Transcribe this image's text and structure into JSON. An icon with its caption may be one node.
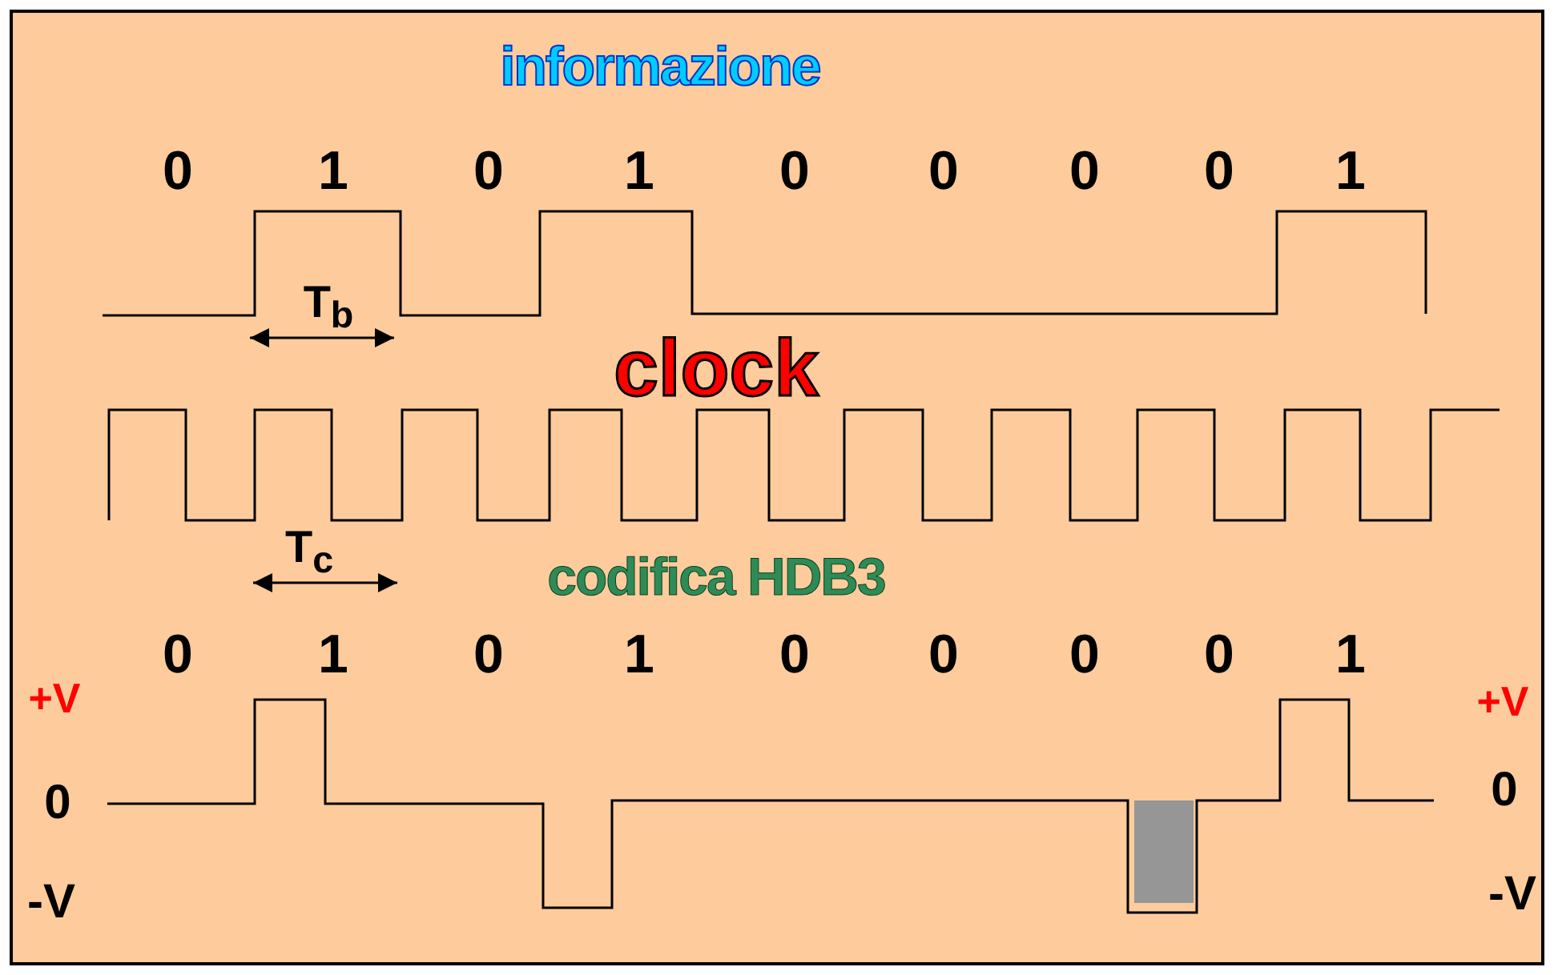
{
  "diagram": {
    "labels": [
      "informazione",
      "0",
      "1",
      "0",
      "1",
      "0",
      "0",
      "0",
      "0",
      "1",
      "T$_{b}$",
      "clock",
      "T$_{c}$",
      "codifica HDB3",
      "0",
      "1",
      "0",
      "1",
      "0",
      "0",
      "0",
      "0",
      "1",
      "+V",
      "+V",
      "0",
      "0",
      "-V",
      "-V"
    ]
  }
}
